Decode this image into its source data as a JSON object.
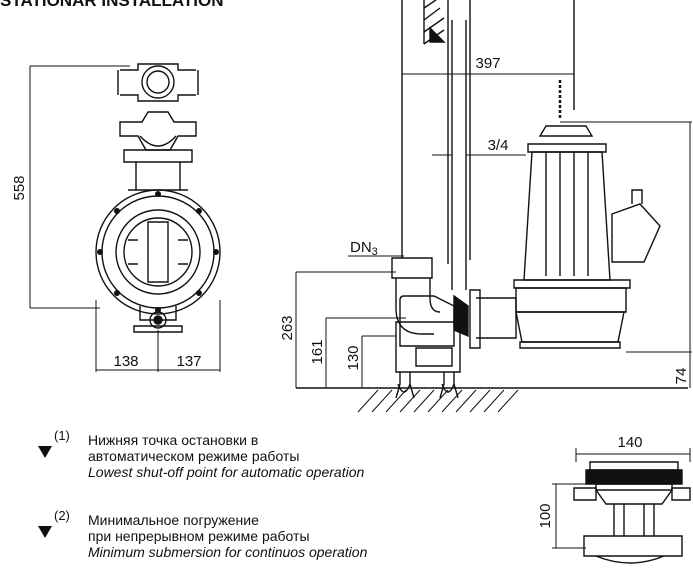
{
  "title": "STATIONÄR INSTALLATION",
  "dimensions": {
    "height_558": "558",
    "width_138": "138",
    "width_137": "137",
    "width_397": "397",
    "pipe_3_4": "3/4",
    "dn_label": "DN",
    "dn_sub": "3",
    "height_263": "263",
    "height_161": "161",
    "height_130": "130",
    "height_74": "74",
    "width_140": "140",
    "height_100": "100"
  },
  "notes": [
    {
      "index": "(1)",
      "ru_line1": "Нижняя точка остановки в",
      "ru_line2": "автоматическом режиме работы",
      "en": "Lowest shut-off point for automatic operation"
    },
    {
      "index": "(2)",
      "ru_line1": "Минимальное погружение",
      "ru_line2": "при непрерывном режиме работы",
      "en": "Minimum submersion for continuos operation"
    }
  ]
}
